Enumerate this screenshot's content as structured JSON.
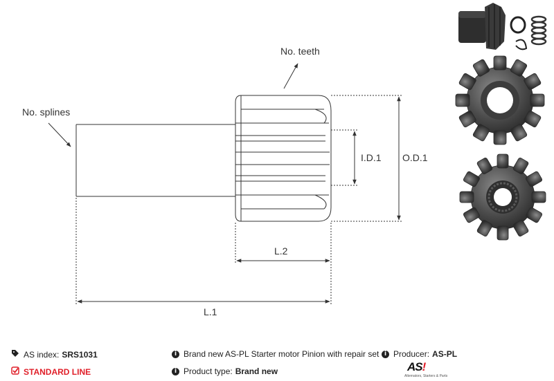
{
  "drawing": {
    "label_splines": "No. splines",
    "label_teeth": "No. teeth",
    "label_id": "I.D.1",
    "label_od": "O.D.1",
    "label_l2": "L.2",
    "label_l1": "L.1"
  },
  "footer": {
    "as_index_label": "AS index:",
    "as_index_value": "SRS1031",
    "standard_line": "STANDARD LINE",
    "description": "Brand new AS-PL Starter motor Pinion with repair set",
    "product_type_label": "Product type:",
    "product_type_value": "Brand new",
    "producer_label": "Producer:",
    "producer_value": "AS-PL"
  },
  "logo": {
    "mark": "AS",
    "mark_accent": "!",
    "tagline": "Alternators, Starters & Parts"
  },
  "colors": {
    "accent": "#e0202a",
    "line": "#333333",
    "metal": "#4d4d4d"
  },
  "icons": [
    "tag-icon",
    "checkbox-icon",
    "info-icon",
    "info-icon",
    "info-icon"
  ]
}
